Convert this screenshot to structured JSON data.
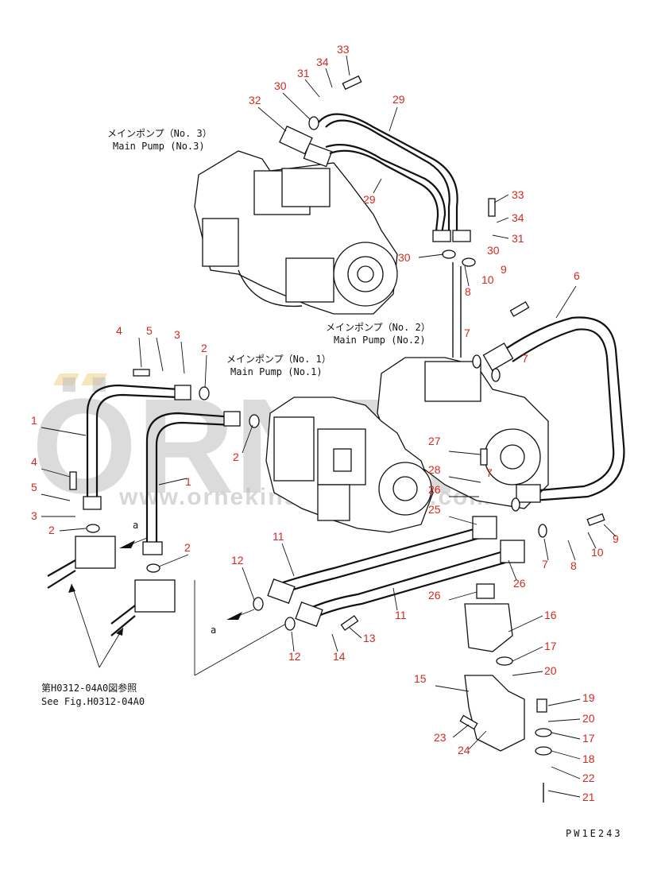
{
  "watermark": {
    "brand": "ÖRNEK",
    "url": "www.ornekinsaatmakina.com.tr"
  },
  "pump_labels": {
    "pump3_jp": "メインポンプ（No. 3）",
    "pump3_en": "Main Pump (No.3)",
    "pump2_jp": "メインポンプ（No. 2）",
    "pump2_en": "Main Pump (No.2)",
    "pump1_jp": "メインポンプ（No. 1）",
    "pump1_en": "Main Pump (No.1)"
  },
  "reference": {
    "jp": "第H0312-04A0図参照",
    "en": "See Fig.H0312-04A0"
  },
  "figure_code": "PW1E243",
  "arrow_label": "a",
  "callouts": [
    "33",
    "34",
    "31",
    "30",
    "32",
    "29",
    "29",
    "33",
    "34",
    "31",
    "30",
    "30",
    "8",
    "9",
    "10",
    "6",
    "7",
    "7",
    "4",
    "5",
    "3",
    "2",
    "1",
    "2",
    "1",
    "4",
    "5",
    "3",
    "2",
    "2",
    "27",
    "7",
    "28",
    "26",
    "25",
    "11",
    "12",
    "11",
    "26",
    "7",
    "8",
    "10",
    "9",
    "13",
    "14",
    "12",
    "26",
    "16",
    "17",
    "20",
    "15",
    "19",
    "20",
    "17",
    "23",
    "24",
    "18",
    "22",
    "21"
  ]
}
